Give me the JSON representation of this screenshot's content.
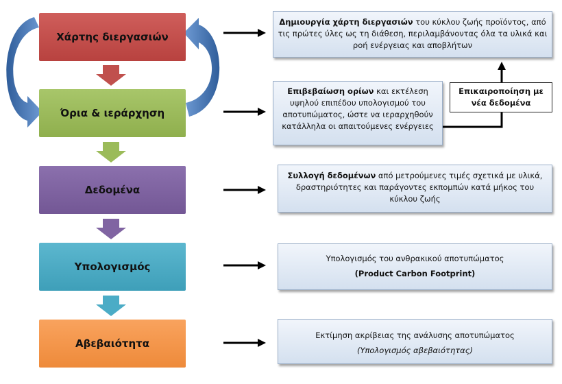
{
  "steps": [
    {
      "label": "Χάρτης διεργασιών",
      "color": "#c0504d"
    },
    {
      "label": "Όρια & ιεράρχηση",
      "color": "#9bbb59"
    },
    {
      "label": "Δεδομένα",
      "color": "#8064a2"
    },
    {
      "label": "Υπολογισμός",
      "color": "#4bacc6"
    },
    {
      "label": "Αβεβαιότητα",
      "color": "#f79646"
    }
  ],
  "descriptions": [
    {
      "bold": "Δημιουργία χάρτη διεργασιών",
      "text": " του κύκλου ζωής προϊόντος, από τις πρώτες ύλες ως τη διάθεση, περιλαμβάνοντας όλα τα υλικά και ροή ενέργειας και αποβλήτων"
    },
    {
      "bold": "Επιβεβαίωση ορίων",
      "text": " και εκτέλεση υψηλού επιπέδου υπολογισμού του αποτυπώματος, ώστε να ιεραρχηθούν κατάλληλα οι απαιτούμενες ενέργειες"
    },
    {
      "bold": "Συλλογή δεδομένων",
      "text": " από μετρούμενες τιμές σχετικά με υλικά, δραστηριότητες και παράγοντες εκπομπών κατά μήκος του κύκλου ζωής"
    },
    {
      "line1": "Υπολογισμός του ανθρακικού αποτυπώματος",
      "line2": "(Product Carbon Footprint)"
    },
    {
      "line1": "Εκτίμηση ακρίβειας της ανάλυσης αποτυπώματος",
      "line2": "(Υπολογισμός αβεβαιότητας)"
    }
  ],
  "update_box": "Επικαιροποίηση με νέα δεδομένα",
  "colors": {
    "down_arrow_1": "#c0504d",
    "down_arrow_2": "#9bbb59",
    "down_arrow_3": "#8064a2",
    "down_arrow_4": "#4bacc6",
    "loop_arrow": "#4f81bd",
    "desc_border": "#9aaec8"
  }
}
